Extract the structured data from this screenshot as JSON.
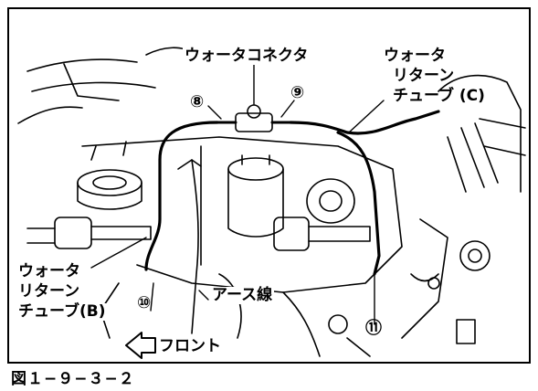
{
  "labels": {
    "water_connector": "ウォータコネクタ",
    "return_tube_c": [
      "ウォータ",
      "リターン",
      "チューブ (C)"
    ],
    "return_tube_b": [
      "ウォータ",
      "リターン",
      "チューブ(B)"
    ],
    "earth_wire": "アース線",
    "front": "フロント"
  },
  "callouts": {
    "c8": "⑧",
    "c9": "⑨",
    "c10": "⑩",
    "c11": "⑪"
  },
  "caption": "図１−９−３−２"
}
